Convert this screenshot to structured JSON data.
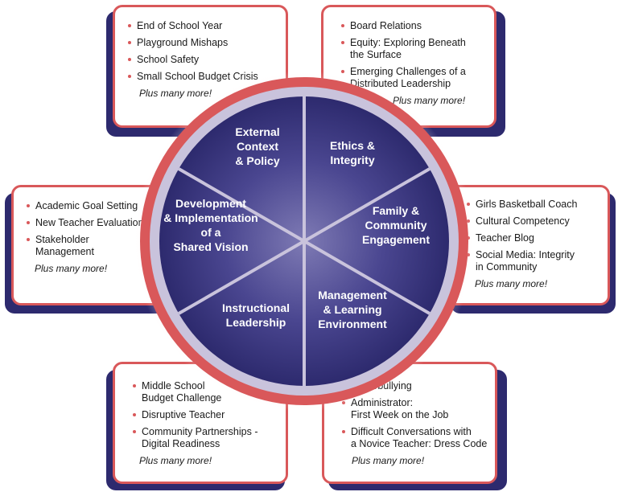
{
  "wheel": {
    "segments": [
      {
        "label_lines": [
          "External",
          "Context",
          "& Policy"
        ]
      },
      {
        "label_lines": [
          "Ethics &",
          "Integrity"
        ]
      },
      {
        "label_lines": [
          "Family &",
          "Community",
          "Engagement"
        ]
      },
      {
        "label_lines": [
          "Management",
          "& Learning",
          "Environment"
        ]
      },
      {
        "label_lines": [
          "Instructional",
          "Leadership"
        ]
      },
      {
        "label_lines": [
          "Development",
          "& Implementation",
          "of a",
          "Shared Vision"
        ]
      }
    ]
  },
  "cards": {
    "top_left": {
      "items": [
        "End of School Year",
        "Playground Mishaps",
        "School Safety",
        "Small School Budget Crisis"
      ],
      "more": "Plus many more!"
    },
    "top_right": {
      "items": [
        "Board Relations",
        "Equity: Exploring Beneath\nthe Surface",
        "Emerging Challenges of a\nDistributed Leadership"
      ],
      "more": "Plus many more!"
    },
    "mid_left": {
      "items": [
        "Academic Goal Setting",
        "New Teacher Evaluation",
        "Stakeholder\nManagement"
      ],
      "more": "Plus many more!"
    },
    "mid_right": {
      "items": [
        "Girls Basketball Coach",
        "Cultural Competency",
        "Teacher Blog",
        "Social Media: Integrity\nin Community"
      ],
      "more": "Plus many more!"
    },
    "bottom_left": {
      "items": [
        "Middle School\nBudget Challenge",
        "Disruptive Teacher",
        "Community Partnerships -\nDigital Readiness"
      ],
      "more": "Plus many more!"
    },
    "bottom_right": {
      "items": [
        "Cyberbullying",
        "Administrator:\nFirst Week on the Job",
        "Difficult Conversations with\na Novice Teacher: Dress Code"
      ],
      "more": "Plus many more!"
    }
  },
  "colors": {
    "wheel_dark": "#2d2a6e",
    "wheel_light": "#7e7ab4",
    "ring": "#c9c3dc",
    "accent_red": "#d9585a",
    "glow": "#f2b3b3"
  }
}
